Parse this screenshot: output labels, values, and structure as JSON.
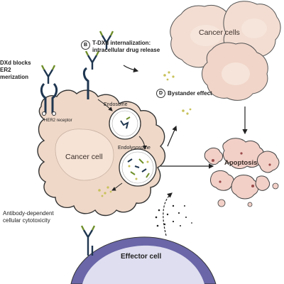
{
  "labels": {
    "a_text_line1": "DXd blocks",
    "a_text_line2": "ER2",
    "a_text_line3": "merization",
    "b_marker": "B",
    "b_text_line1": "T-DXd internalization:",
    "b_text_line2": "intracellular drug release",
    "d_marker": "D",
    "d_text": "Bystander effect",
    "her2_receptor": "HER2 receptor",
    "endosome": "Endosome",
    "endolysosome": "Endolysosome",
    "cancer_cell": "Cancer cell",
    "cancer_cells": "Cancer cells",
    "apoptosis": "Apoptosis",
    "adcc_line1": "Antibody-dependent",
    "adcc_line2": "cellular cytotoxicity",
    "effector_cell": "Effector cell"
  },
  "colors": {
    "cancer_cell_fill": "#efd8c8",
    "cancer_cell_stroke": "#333333",
    "nucleus_fill": "#f6e3d6",
    "neighbor_cells_fill": "#f3ddd2",
    "apoptotic_fill": "#f2d0c8",
    "effector_fill": "#6a66a8",
    "effector_inner": "#dedef0",
    "antibody_dark": "#1f3650",
    "antibody_green": "#6f8f2a",
    "payload_dots": "#c8c25a"
  }
}
